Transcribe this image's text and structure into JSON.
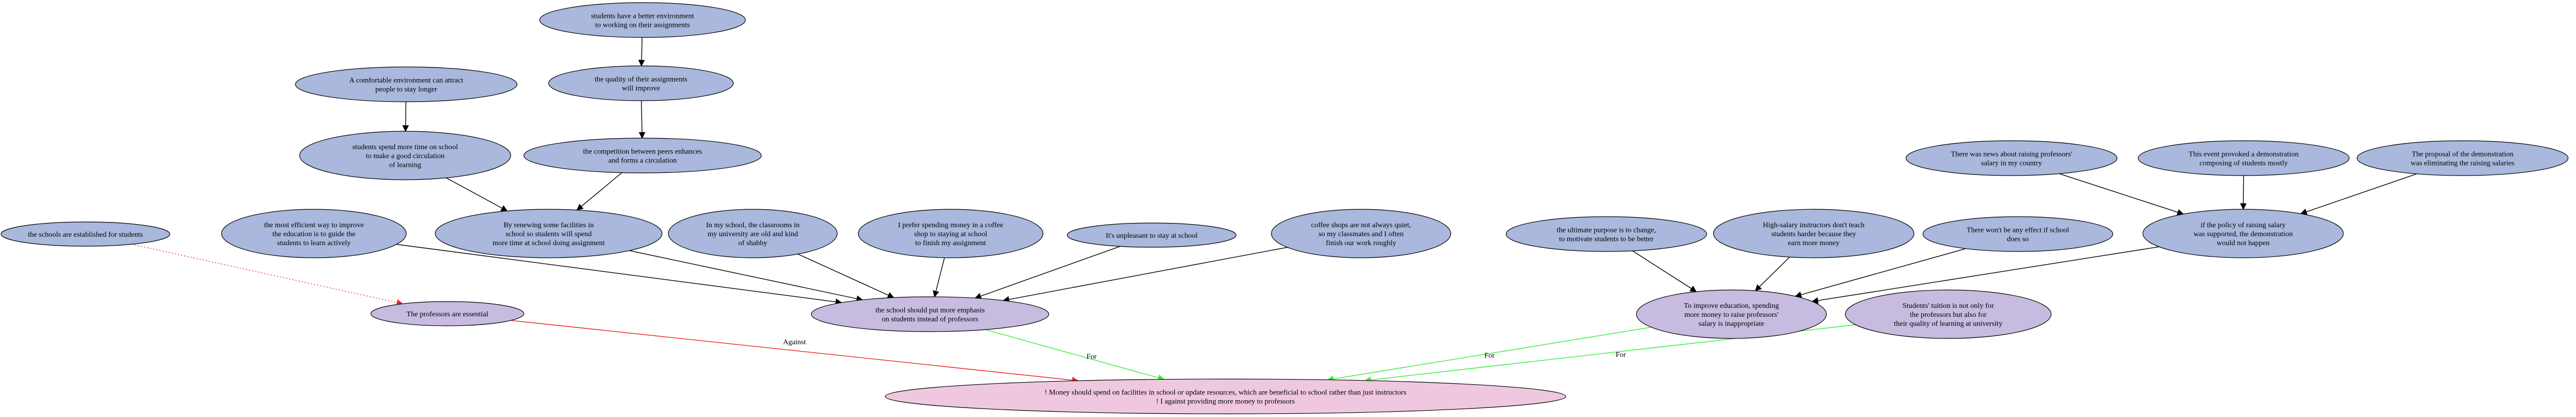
{
  "colors": {
    "premise": "#a9b8dc",
    "claim": "#c7bbdf",
    "main": "#efc8df",
    "stroke": "#000000",
    "edge_default": "#000000",
    "edge_for": "#33ee33",
    "edge_against": "#ee2222",
    "edge_dotted": "#ee2222"
  },
  "nodes": [
    {
      "id": "n_env",
      "kind": "premise",
      "lines": [
        "students have a better environment",
        "to working on their assignments"
      ]
    },
    {
      "id": "n_quality",
      "kind": "premise",
      "lines": [
        "the quality of their assignments",
        "will improve"
      ]
    },
    {
      "id": "n_comfort",
      "kind": "premise",
      "lines": [
        "A comfortable environment can attract",
        "people to stay longer"
      ]
    },
    {
      "id": "n_competition",
      "kind": "premise",
      "lines": [
        "the competition between peers enhances",
        "and forms a circulation"
      ]
    },
    {
      "id": "n_more_time",
      "kind": "premise",
      "lines": [
        "students spend more time on school",
        "to make a good circulation",
        "of learning"
      ]
    },
    {
      "id": "n_established",
      "kind": "premise",
      "lines": [
        "the schools are established for students"
      ]
    },
    {
      "id": "n_efficient",
      "kind": "premise",
      "lines": [
        "the most efficient way to improve",
        "the education is to guide the",
        "students to learn actively"
      ]
    },
    {
      "id": "n_renew",
      "kind": "premise",
      "lines": [
        "By renewing some facilities in",
        "school so students will spend",
        "more time at school doing assignment"
      ]
    },
    {
      "id": "n_classrooms",
      "kind": "premise",
      "lines": [
        "In my school, the classrooms in",
        "my university are old and kind",
        "of shabby"
      ]
    },
    {
      "id": "n_coffee_pref",
      "kind": "premise",
      "lines": [
        "I prefer spending money in a coffee",
        "shop to staying at school",
        "to finish my assignment"
      ]
    },
    {
      "id": "n_unpleasant",
      "kind": "premise",
      "lines": [
        "It's unpleasant to stay at school"
      ]
    },
    {
      "id": "n_coffee_quiet",
      "kind": "premise",
      "lines": [
        "coffee shops are not always quiet,",
        "so my classmates and I often",
        "finish our work roughly"
      ]
    },
    {
      "id": "n_purpose",
      "kind": "premise",
      "lines": [
        "the ultimate purpose is to change,",
        "to motivate students to be better"
      ]
    },
    {
      "id": "n_high_salary",
      "kind": "premise",
      "lines": [
        "High-salary instructors don't teach",
        "students harder because they",
        "earn more money"
      ]
    },
    {
      "id": "n_no_effect",
      "kind": "premise",
      "lines": [
        "There won't be any effect if school",
        "does so"
      ]
    },
    {
      "id": "n_news",
      "kind": "premise",
      "lines": [
        "There was news about raising professors'",
        "salary in my country"
      ]
    },
    {
      "id": "n_event",
      "kind": "premise",
      "lines": [
        "This event provoked a demonstration",
        "composing of students mostly"
      ]
    },
    {
      "id": "n_proposal",
      "kind": "premise",
      "lines": [
        "The proposal of the demonstration",
        "was eliminating the raising salaries"
      ]
    },
    {
      "id": "n_policy",
      "kind": "premise",
      "lines": [
        "if the policy of raising salary",
        "was supported, the demonstration",
        "would not happen"
      ]
    },
    {
      "id": "n_professors",
      "kind": "claim",
      "lines": [
        "The professors are essential"
      ]
    },
    {
      "id": "n_emphasis",
      "kind": "claim",
      "lines": [
        "the school should put more emphasis",
        "on students instead of professors"
      ]
    },
    {
      "id": "n_improve",
      "kind": "claim",
      "lines": [
        "To improve education, spending",
        "more money to raise professors'",
        "salary is inappropriate"
      ]
    },
    {
      "id": "n_tuition",
      "kind": "claim",
      "lines": [
        "Students' tuition is not only for",
        "the professors but also for",
        "their quality of learning at university"
      ]
    },
    {
      "id": "n_main",
      "kind": "main",
      "lines": [
        "! Money should spend on facilities in school or update resources, which are beneficial to school rather than just instructors",
        "! I against providing more money to professors"
      ]
    }
  ],
  "edges": [
    {
      "from": "n_env",
      "to": "n_quality",
      "style": "default",
      "label": ""
    },
    {
      "from": "n_quality",
      "to": "n_competition",
      "style": "default",
      "label": ""
    },
    {
      "from": "n_comfort",
      "to": "n_more_time",
      "style": "default",
      "label": ""
    },
    {
      "from": "n_competition",
      "to": "n_renew",
      "style": "default",
      "label": ""
    },
    {
      "from": "n_more_time",
      "to": "n_renew",
      "style": "default",
      "label": ""
    },
    {
      "from": "n_established",
      "to": "n_professors",
      "style": "dotted",
      "label": ""
    },
    {
      "from": "n_efficient",
      "to": "n_emphasis",
      "style": "default",
      "label": ""
    },
    {
      "from": "n_renew",
      "to": "n_emphasis",
      "style": "default",
      "label": ""
    },
    {
      "from": "n_classrooms",
      "to": "n_emphasis",
      "style": "default",
      "label": ""
    },
    {
      "from": "n_coffee_pref",
      "to": "n_emphasis",
      "style": "default",
      "label": ""
    },
    {
      "from": "n_unpleasant",
      "to": "n_emphasis",
      "style": "default",
      "label": ""
    },
    {
      "from": "n_coffee_quiet",
      "to": "n_emphasis",
      "style": "default",
      "label": ""
    },
    {
      "from": "n_purpose",
      "to": "n_improve",
      "style": "default",
      "label": ""
    },
    {
      "from": "n_high_salary",
      "to": "n_improve",
      "style": "default",
      "label": ""
    },
    {
      "from": "n_no_effect",
      "to": "n_improve",
      "style": "default",
      "label": ""
    },
    {
      "from": "n_news",
      "to": "n_policy",
      "style": "default",
      "label": ""
    },
    {
      "from": "n_event",
      "to": "n_policy",
      "style": "default",
      "label": ""
    },
    {
      "from": "n_proposal",
      "to": "n_policy",
      "style": "default",
      "label": ""
    },
    {
      "from": "n_policy",
      "to": "n_improve",
      "style": "default",
      "label": ""
    },
    {
      "from": "n_professors",
      "to": "n_main",
      "style": "against",
      "label": "Against"
    },
    {
      "from": "n_emphasis",
      "to": "n_main",
      "style": "for",
      "label": "For"
    },
    {
      "from": "n_improve",
      "to": "n_main",
      "style": "for",
      "label": "For"
    },
    {
      "from": "n_tuition",
      "to": "n_main",
      "style": "for",
      "label": "For"
    }
  ]
}
